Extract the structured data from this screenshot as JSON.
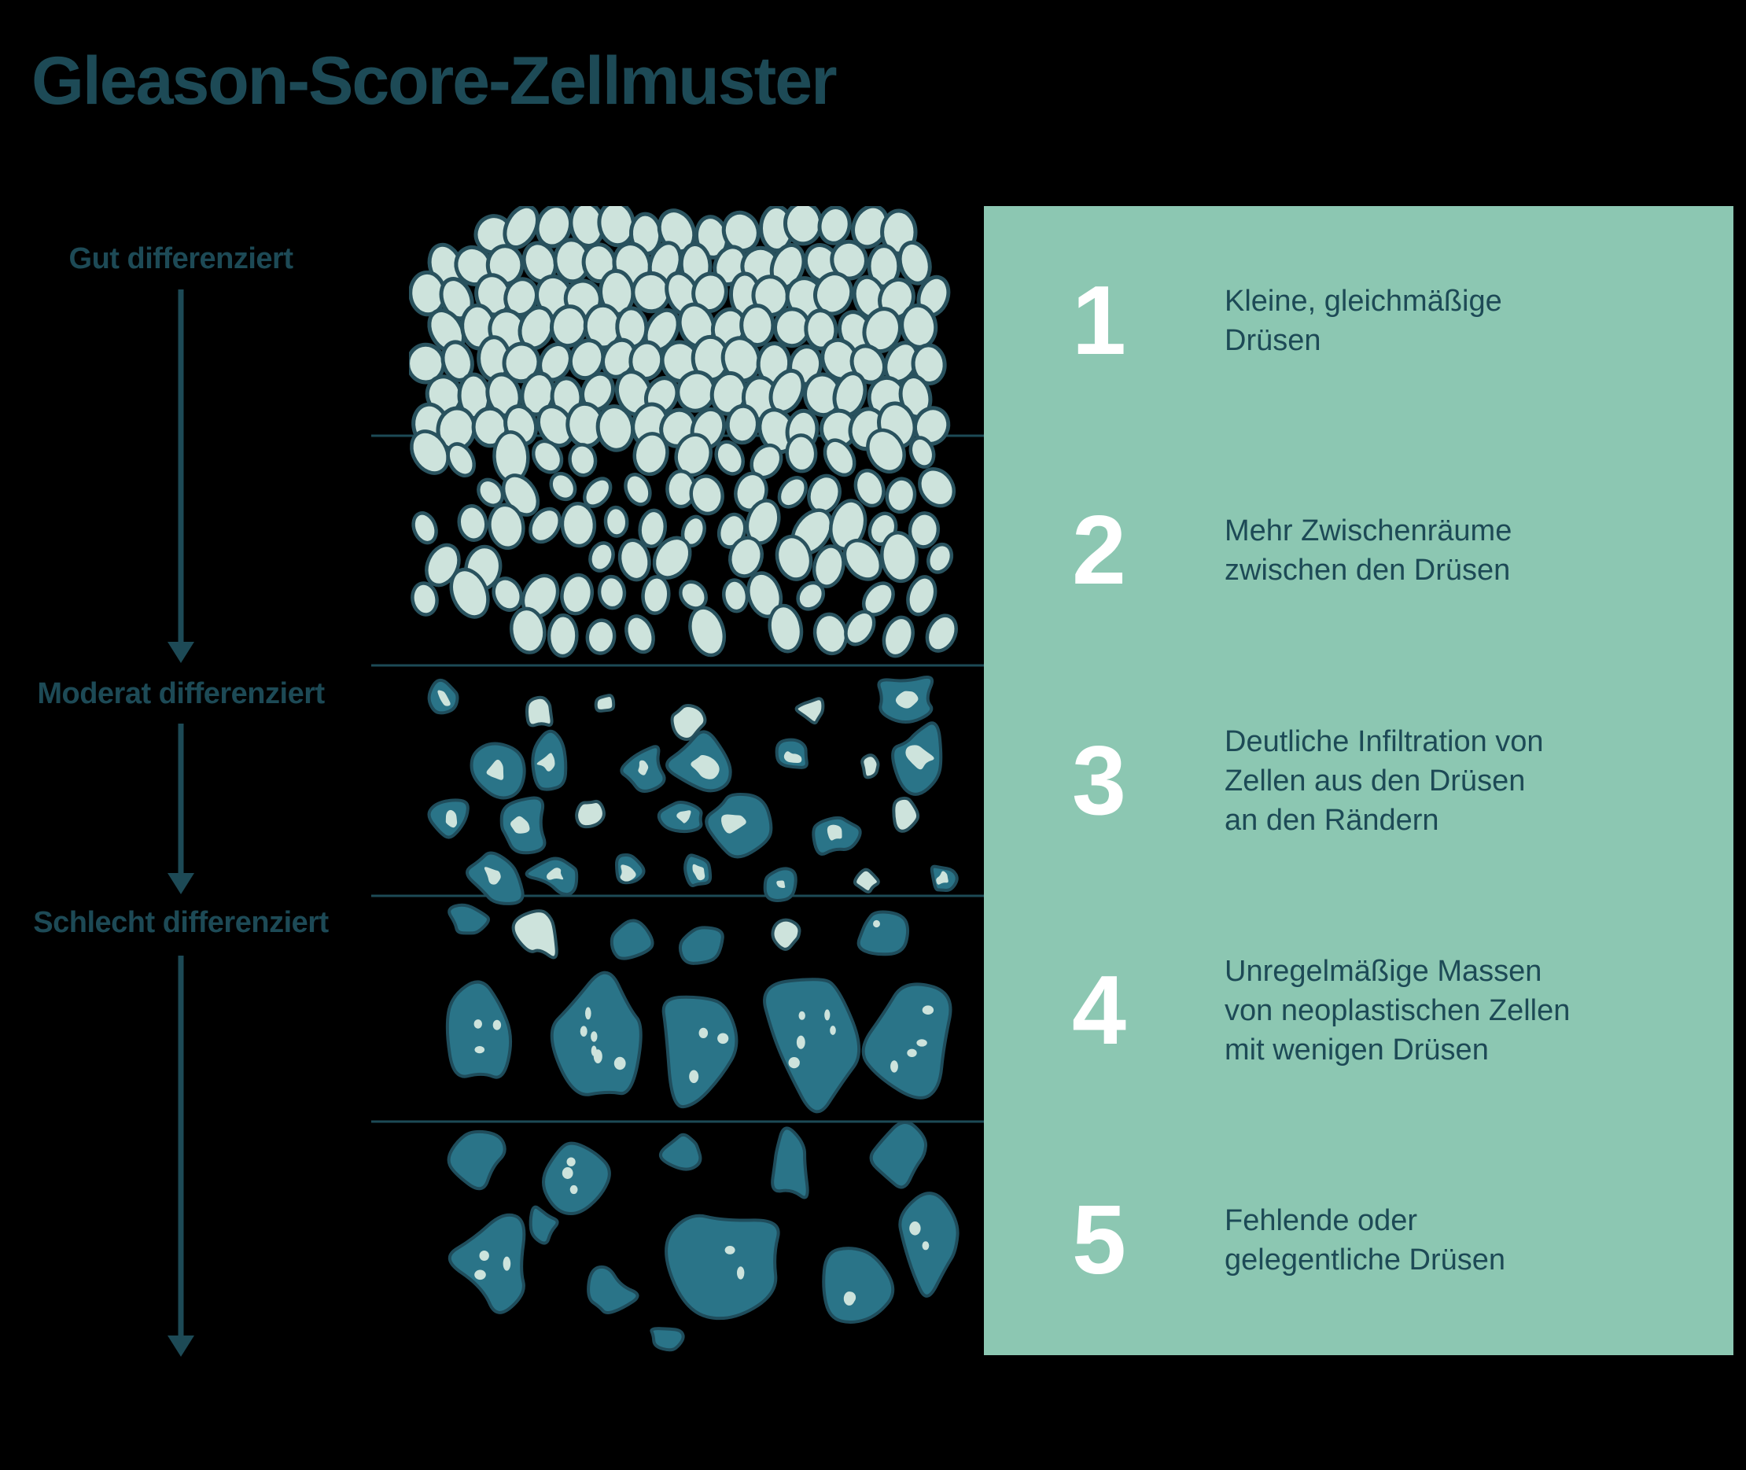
{
  "title": "Gleason-Score-Zellmuster",
  "colors": {
    "background": "#000000",
    "panel": "#8CC7B2",
    "dark_teal": "#1D4A56",
    "cell_fill": "#CDE3DC",
    "cell_outline": "#29525E",
    "mass_fill": "#2A7488",
    "mass_outline": "#1F4D5C",
    "number_white": "#FFFFFF"
  },
  "differentiation_labels": [
    {
      "label": "Gut differenziert",
      "icon": "arrow-down-icon"
    },
    {
      "label": "Moderat differenziert",
      "icon": "arrow-down-icon"
    },
    {
      "label": "Schlecht differenziert",
      "icon": "arrow-down-icon"
    }
  ],
  "grades": [
    {
      "number": "1",
      "description": "Kleine, gleichmäßige\nDrüsen"
    },
    {
      "number": "2",
      "description": "Mehr Zwischenräume\nzwischen den Drüsen"
    },
    {
      "number": "3",
      "description": "Deutliche Infiltration von\nZellen aus den Drüsen\nan den Rändern"
    },
    {
      "number": "4",
      "description": "Unregelmäßige Massen\nvon neoplastischen Zellen\nmit wenigen Drüsen"
    },
    {
      "number": "5",
      "description": "Fehlende oder\ngelegentliche Drüsen"
    }
  ]
}
